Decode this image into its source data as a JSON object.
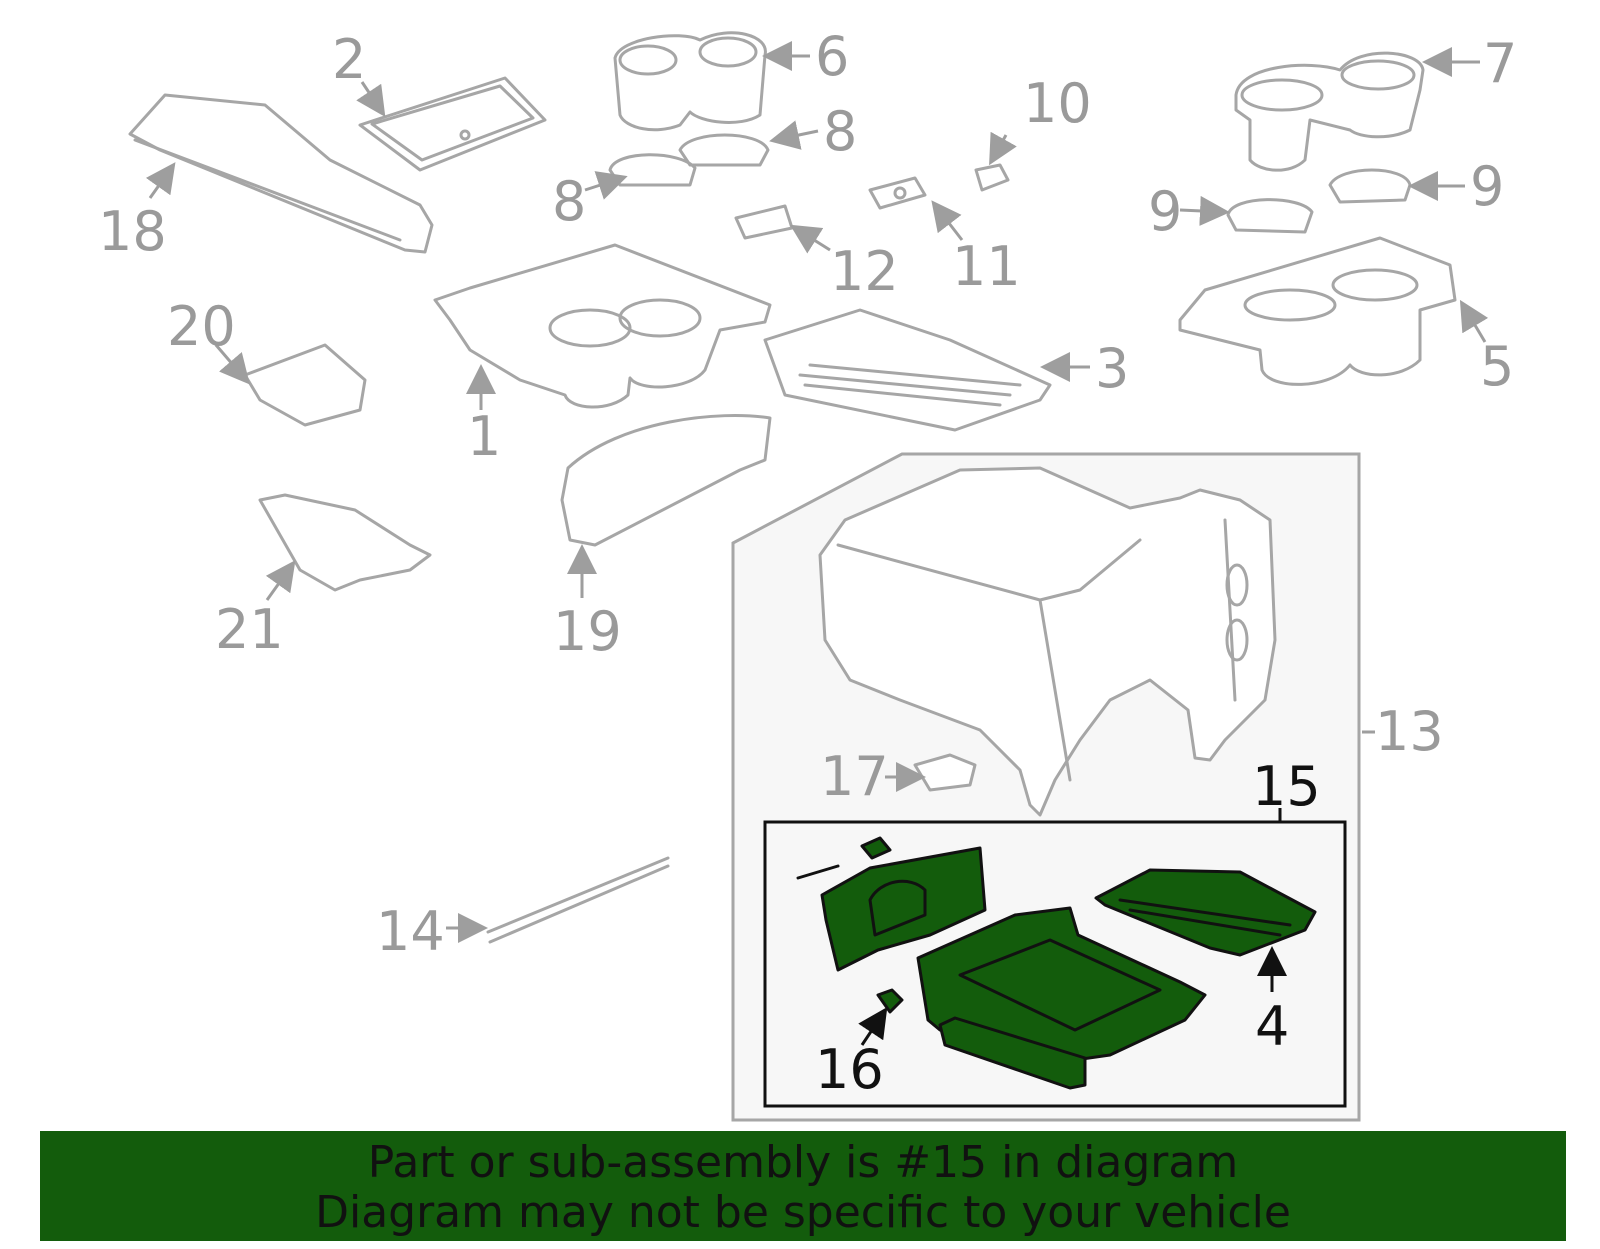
{
  "callouts": {
    "c1": "1",
    "c2": "2",
    "c3": "3",
    "c4": "4",
    "c5": "5",
    "c6": "6",
    "c7": "7",
    "c8a": "8",
    "c8b": "8",
    "c9a": "9",
    "c9b": "9",
    "c10": "10",
    "c11": "11",
    "c12": "12",
    "c13": "13",
    "c14": "14",
    "c15": "15",
    "c16": "16",
    "c17": "17",
    "c18": "18",
    "c19": "19",
    "c20": "20",
    "c21": "21"
  },
  "highlighted_part": "15",
  "banner": {
    "line1": "Part or sub-assembly is #15 in diagram",
    "line2": "Diagram may not be specific to your vehicle"
  },
  "colors": {
    "highlight": "#135c0c",
    "part_outline": "#a6a6a6",
    "callout_text": "#9a9a9a",
    "highlight_callout_text": "#111111"
  }
}
